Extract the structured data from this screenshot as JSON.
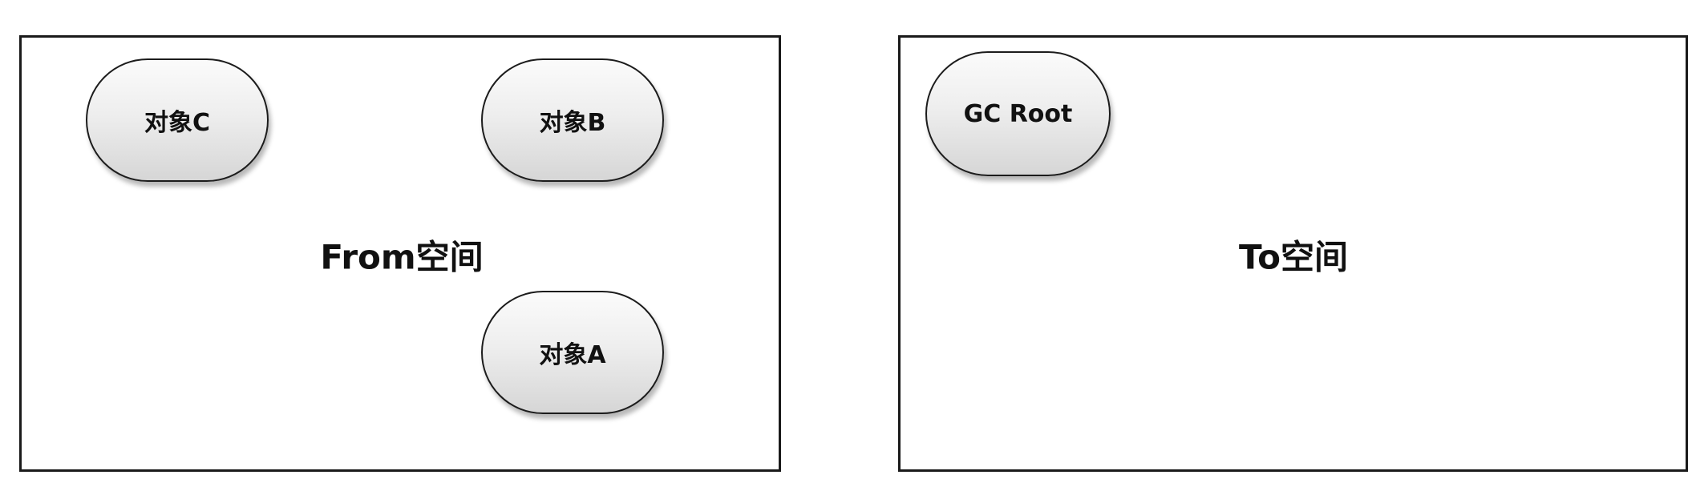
{
  "from_space": {
    "label": "From空间",
    "nodes": {
      "c": "对象C",
      "b": "对象B",
      "a": "对象A"
    }
  },
  "to_space": {
    "label": "To空间",
    "nodes": {
      "gc_root": "GC Root"
    }
  }
}
